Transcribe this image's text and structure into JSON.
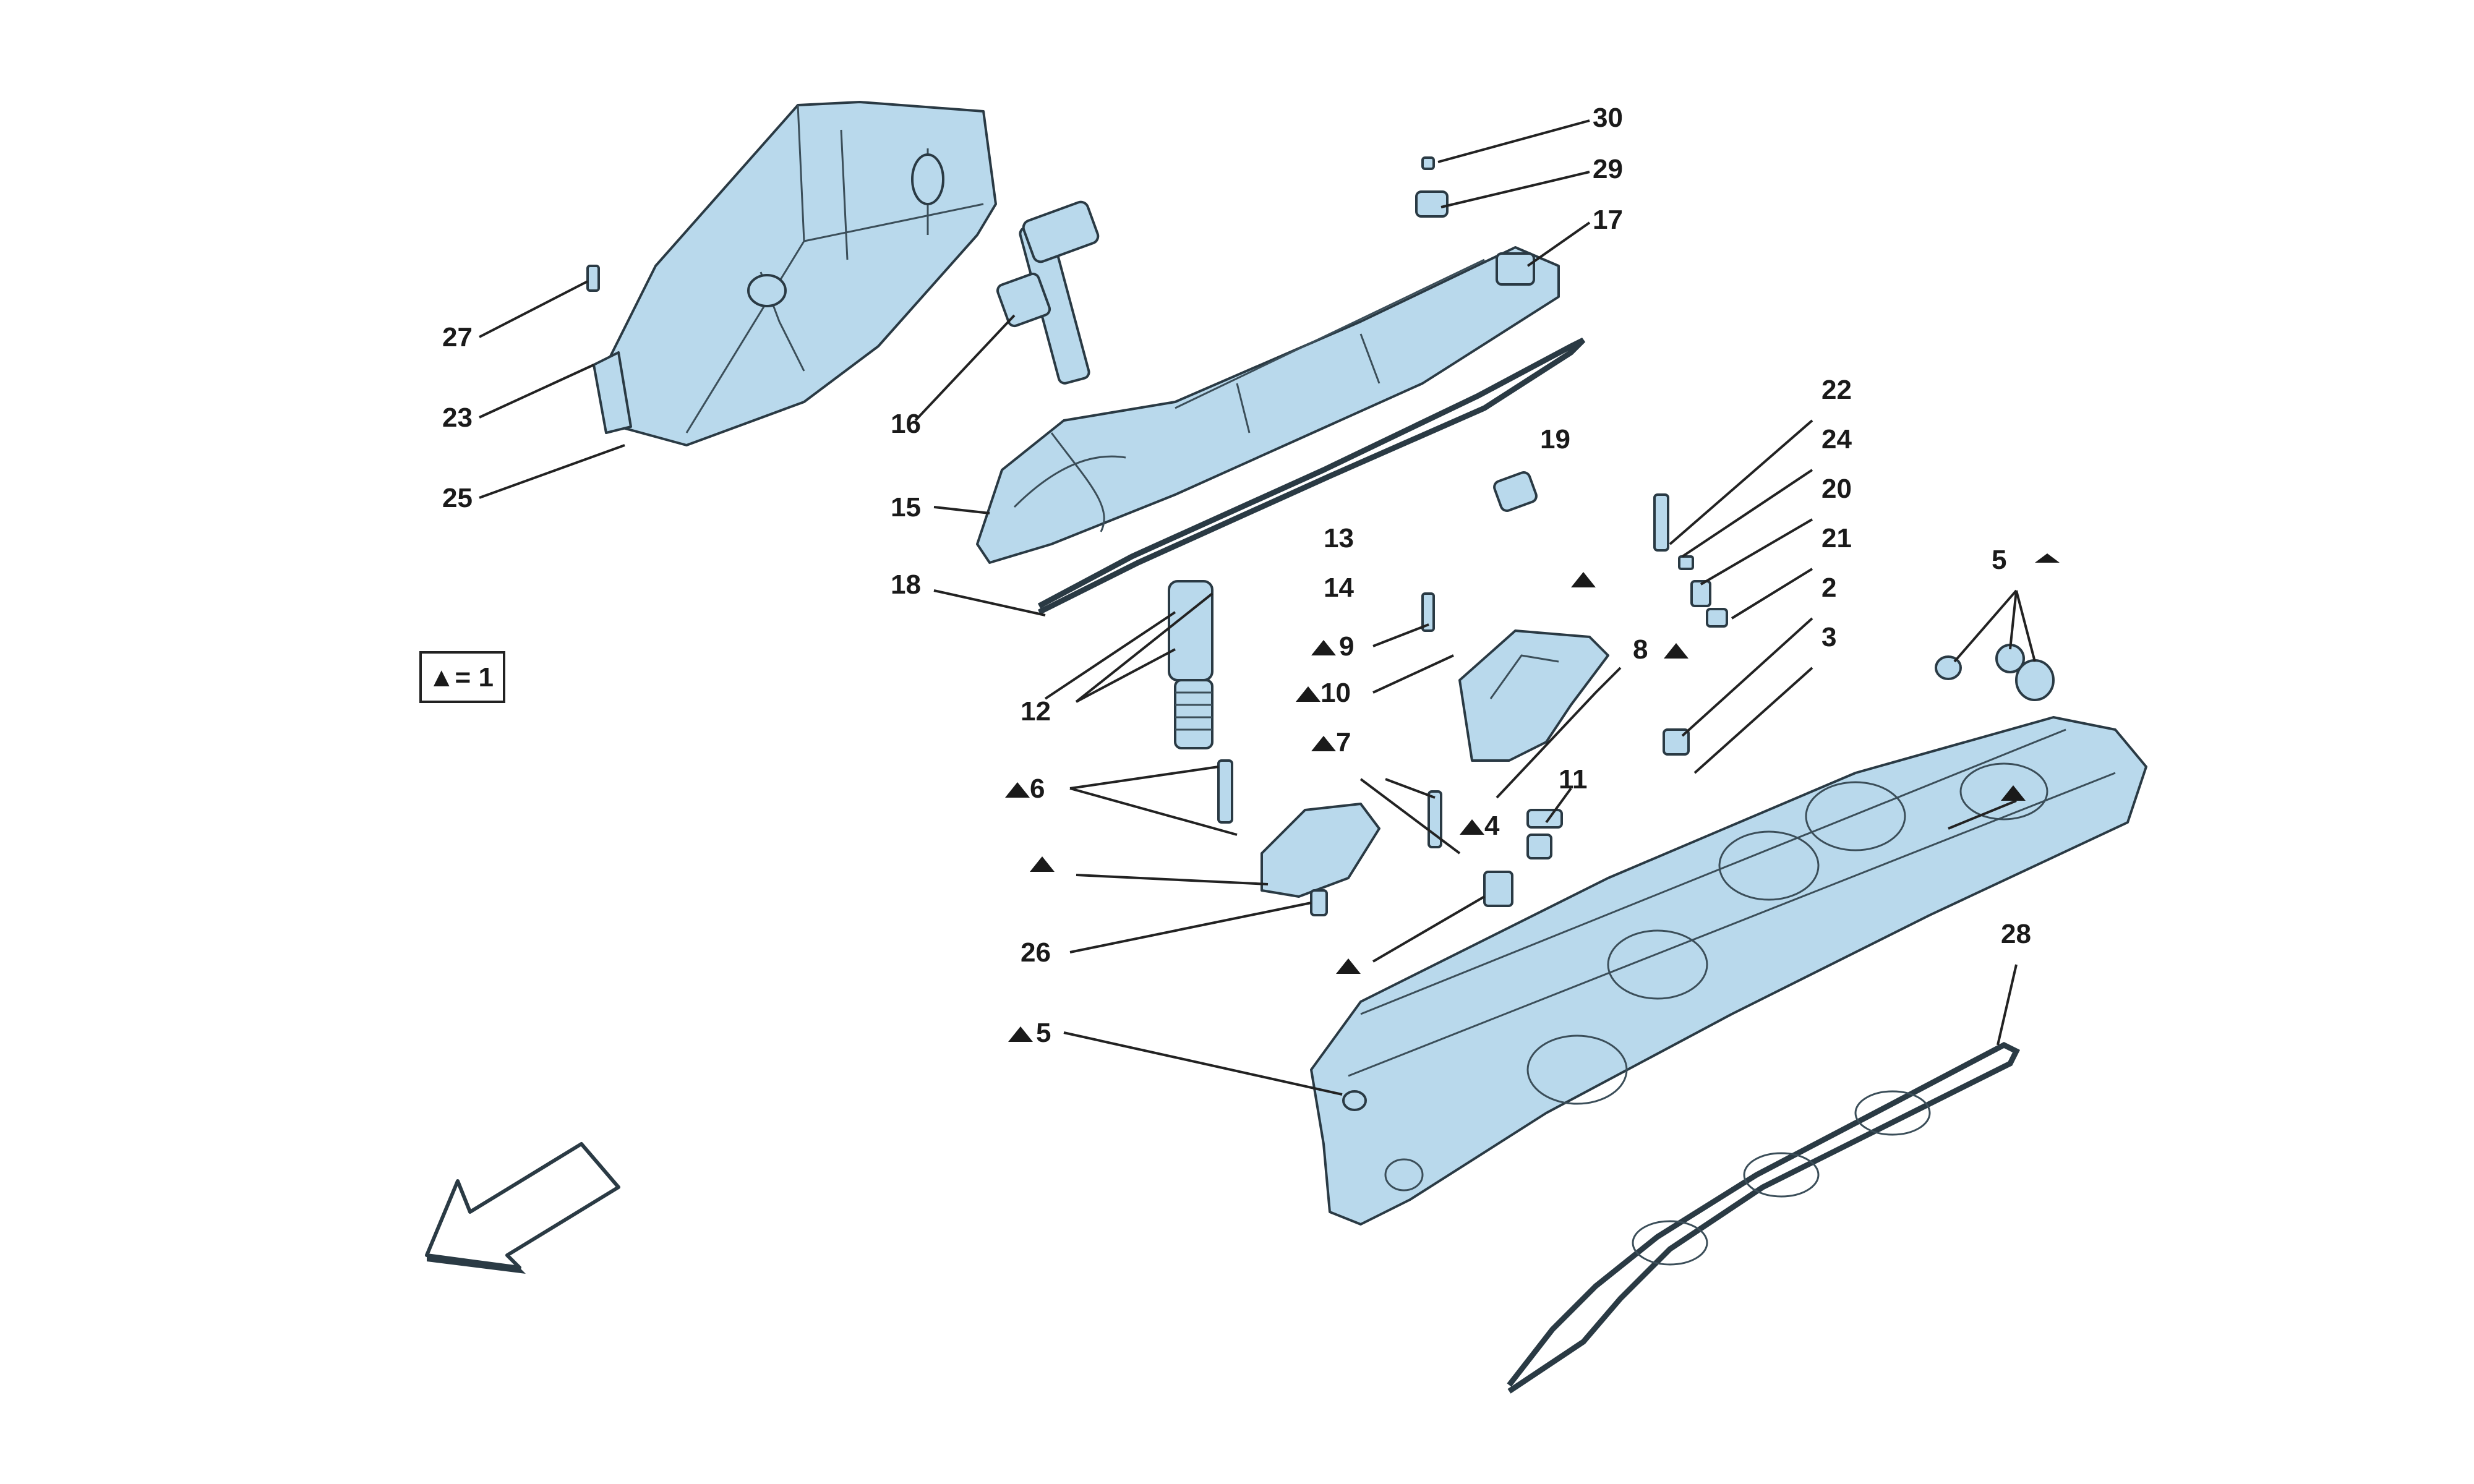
{
  "legend_note": "▲= 1",
  "callouts": {
    "c30": "30",
    "c29": "29",
    "c17": "17",
    "c27": "27",
    "c23": "23",
    "c25": "25",
    "c16": "16",
    "c15": "15",
    "c18": "18",
    "c13": "13",
    "c14": "14",
    "c12": "12",
    "c19": "19",
    "c22": "22",
    "c24": "24",
    "c20": "20",
    "c21": "21",
    "c2": "2",
    "c3": "3",
    "c5a": "5",
    "c9": "9",
    "c10": "10",
    "c8": "8",
    "c7": "7",
    "c6": "6",
    "c11": "11",
    "c4": "4",
    "c26": "26",
    "c5b": "5",
    "c28": "28"
  },
  "colors": {
    "part_fill": "#b9d9ec",
    "outline": "#2a3a44",
    "text": "#1a1a1a"
  },
  "icons": {
    "direction_arrow": "arrow-down-left-icon",
    "marker": "triangle-marker-icon"
  }
}
